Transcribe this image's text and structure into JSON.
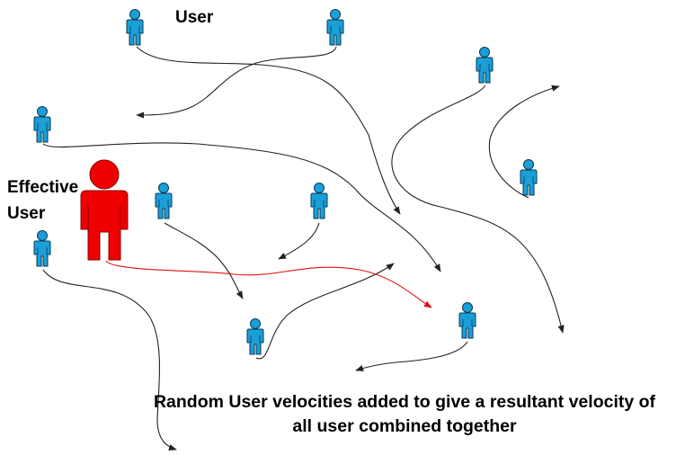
{
  "labels": {
    "user": "User",
    "effective_line1": "Effective",
    "effective_line2": "User",
    "caption_line1": "Random User velocities added to give a resultant velocity of",
    "caption_line2": "all user combined together"
  },
  "colors": {
    "user_fill": "#1a9fd9",
    "user_stroke": "#0a3a55",
    "effective_user": "#ee0000",
    "arrow": "#222222",
    "resultant_arrow": "#e01010"
  }
}
